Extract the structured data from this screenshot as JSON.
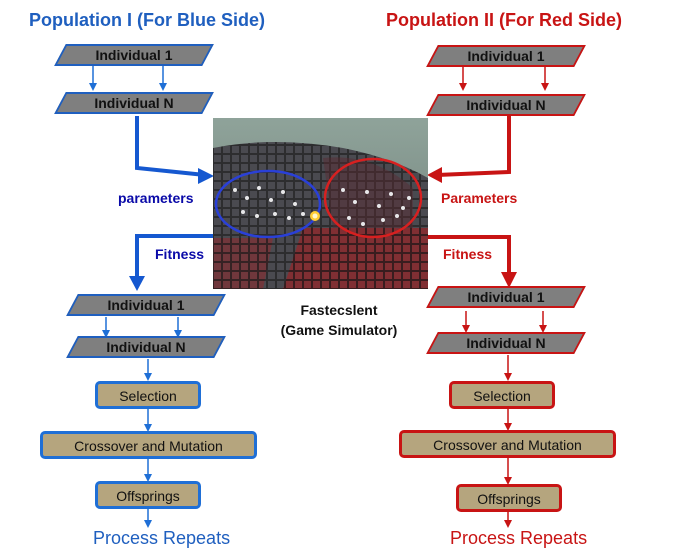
{
  "blue_side": {
    "title": "Population I (For Blue Side)",
    "top_individual_first": "Individual 1",
    "top_individual_last": "Individual N",
    "parameters_label": "parameters",
    "fitness_label": "Fitness",
    "bottom_individual_first": "Individual 1",
    "bottom_individual_last": "Individual N",
    "selection": "Selection",
    "crossover": "Crossover and Mutation",
    "offsprings": "Offsprings",
    "repeat": "Process Repeats",
    "color": "#1f5fbf"
  },
  "red_side": {
    "title": "Population II (For Red Side)",
    "top_individual_first": "Individual 1",
    "top_individual_last": "Individual N",
    "parameters_label": "Parameters",
    "fitness_label": "Fitness",
    "bottom_individual_first": "Individual 1",
    "bottom_individual_last": "Individual N",
    "selection": "Selection",
    "crossover": "Crossover and Mutation",
    "offsprings": "Offsprings",
    "repeat": "Process Repeats",
    "color": "#c81414"
  },
  "simulator": {
    "name": "Fastecslent",
    "subtitle": "(Game Simulator)"
  },
  "colors": {
    "parallelogram_fill": "#7f7f7f",
    "process_box_fill": "#b5a57e"
  }
}
